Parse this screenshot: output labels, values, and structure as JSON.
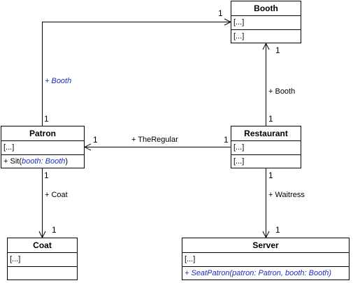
{
  "classes": {
    "booth": {
      "name": "Booth",
      "attributes": "[...]",
      "operations": "[...]"
    },
    "patron": {
      "name": "Patron",
      "attributes": "[...]",
      "operation": {
        "prefix": "+ Sit(",
        "param": "booth: Booth",
        "suffix": ")"
      }
    },
    "restaurant": {
      "name": "Restaurant",
      "attributes": "[...]",
      "operations": "[...]"
    },
    "coat": {
      "name": "Coat",
      "attributes": "[...]",
      "operations": ""
    },
    "server": {
      "name": "Server",
      "attributes": "[...]",
      "operation": "+ SeatPatron(patron: Patron, booth: Booth)"
    }
  },
  "associations": {
    "patron_booth": {
      "role": "+ Booth",
      "multiplicity_source": "1",
      "multiplicity_target": "1"
    },
    "restaurant_booth": {
      "role": "+ Booth",
      "multiplicity_source": "1",
      "multiplicity_target": "1"
    },
    "restaurant_patron": {
      "role": "+ TheRegular",
      "multiplicity_source": "1",
      "multiplicity_target": "1"
    },
    "patron_coat": {
      "role": "+ Coat",
      "multiplicity_source": "1",
      "multiplicity_target": "1"
    },
    "restaurant_server": {
      "role": "+ Waitress",
      "multiplicity_source": "1",
      "multiplicity_target": "1"
    }
  },
  "colors": {
    "line": "#000000",
    "italic_text": "#1b2fb8",
    "background": "#ffffff"
  }
}
